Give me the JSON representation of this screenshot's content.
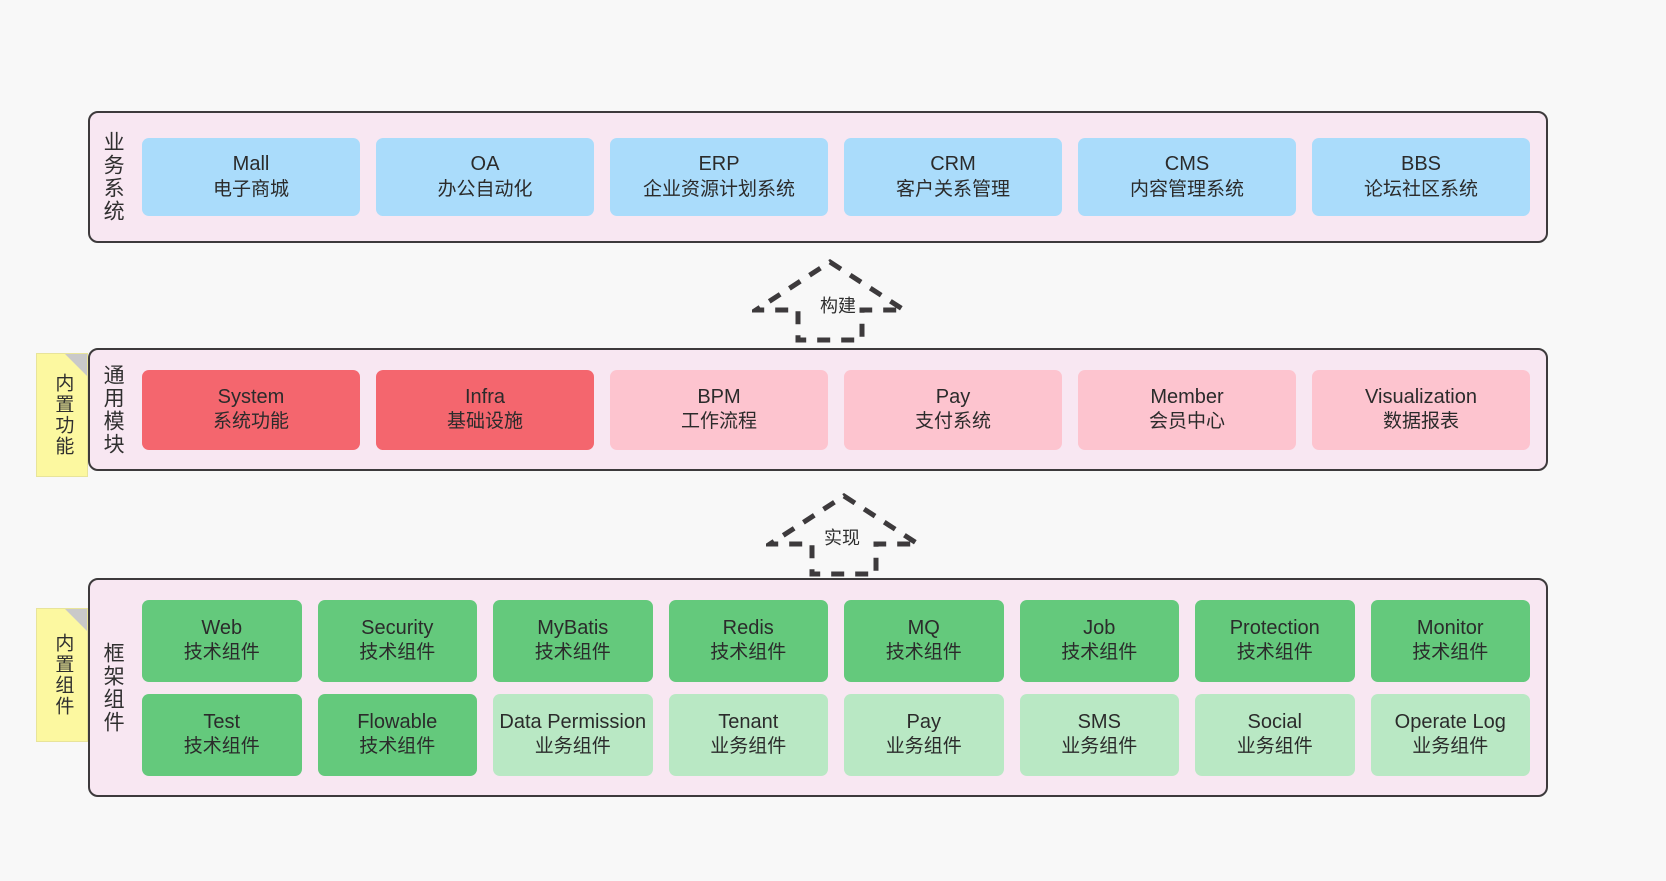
{
  "layers": {
    "business": {
      "title": "业务系统",
      "cards": [
        {
          "en": "Mall",
          "cn": "电子商城",
          "color": "blue"
        },
        {
          "en": "OA",
          "cn": "办公自动化",
          "color": "blue"
        },
        {
          "en": "ERP",
          "cn": "企业资源计划系统",
          "color": "blue"
        },
        {
          "en": "CRM",
          "cn": "客户关系管理",
          "color": "blue"
        },
        {
          "en": "CMS",
          "cn": "内容管理系统",
          "color": "blue"
        },
        {
          "en": "BBS",
          "cn": "论坛社区系统",
          "color": "blue"
        }
      ]
    },
    "modules": {
      "title": "通用模块",
      "sticky": "内置功能",
      "cards": [
        {
          "en": "System",
          "cn": "系统功能",
          "color": "red"
        },
        {
          "en": "Infra",
          "cn": "基础设施",
          "color": "red"
        },
        {
          "en": "BPM",
          "cn": "工作流程",
          "color": "pink"
        },
        {
          "en": "Pay",
          "cn": "支付系统",
          "color": "pink"
        },
        {
          "en": "Member",
          "cn": "会员中心",
          "color": "pink"
        },
        {
          "en": "Visualization",
          "cn": "数据报表",
          "color": "pink"
        }
      ]
    },
    "framework": {
      "title": "框架组件",
      "sticky": "内置组件",
      "row1": [
        {
          "en": "Web",
          "cn": "技术组件",
          "color": "green"
        },
        {
          "en": "Security",
          "cn": "技术组件",
          "color": "green"
        },
        {
          "en": "MyBatis",
          "cn": "技术组件",
          "color": "green"
        },
        {
          "en": "Redis",
          "cn": "技术组件",
          "color": "green"
        },
        {
          "en": "MQ",
          "cn": "技术组件",
          "color": "green"
        },
        {
          "en": "Job",
          "cn": "技术组件",
          "color": "green"
        },
        {
          "en": "Protection",
          "cn": "技术组件",
          "color": "green"
        },
        {
          "en": "Monitor",
          "cn": "技术组件",
          "color": "green"
        }
      ],
      "row2": [
        {
          "en": "Test",
          "cn": "技术组件",
          "color": "green"
        },
        {
          "en": "Flowable",
          "cn": "技术组件",
          "color": "green"
        },
        {
          "en": "Data Permission",
          "cn": "业务组件",
          "color": "lgreen"
        },
        {
          "en": "Tenant",
          "cn": "业务组件",
          "color": "lgreen"
        },
        {
          "en": "Pay",
          "cn": "业务组件",
          "color": "lgreen"
        },
        {
          "en": "SMS",
          "cn": "业务组件",
          "color": "lgreen"
        },
        {
          "en": "Social",
          "cn": "业务组件",
          "color": "lgreen"
        },
        {
          "en": "Operate Log",
          "cn": "业务组件",
          "color": "lgreen"
        }
      ]
    }
  },
  "arrows": {
    "build": "构建",
    "implement": "实现"
  },
  "colors": {
    "background": "#f8f8f8",
    "layer_fill": "#f8e7f2",
    "layer_border": "#3d3a3c",
    "blue": "#aadcfb",
    "red": "#f4666e",
    "pink": "#fdc4cf",
    "green": "#64c97c",
    "light_green": "#b9e8c4",
    "sticky": "#fcf8a0",
    "sticky_fold": "#c9c9c9",
    "arrow": "#3d3a3c"
  }
}
